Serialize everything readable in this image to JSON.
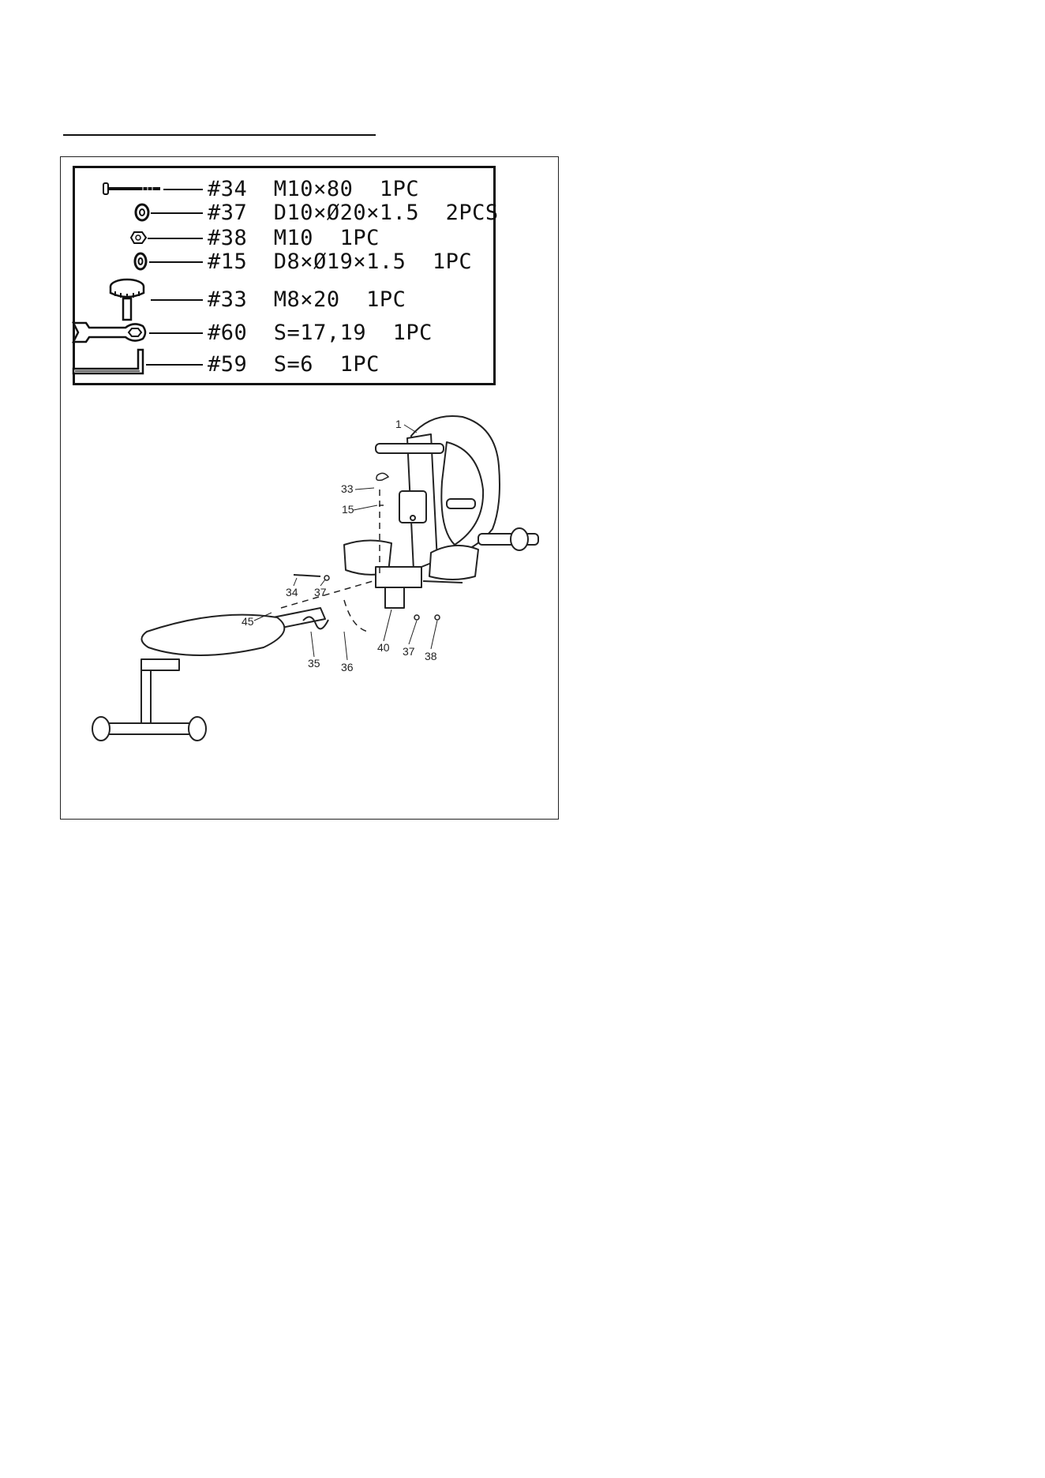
{
  "parts": [
    {
      "id": "#34",
      "spec": "M10×80",
      "qty": "1PC",
      "icon": "bolt-icon"
    },
    {
      "id": "#37",
      "spec": "D10×Ø20×1.5",
      "qty": "2PCS",
      "icon": "washer-icon"
    },
    {
      "id": "#38",
      "spec": "M10",
      "qty": "1PC",
      "icon": "nut-icon"
    },
    {
      "id": "#15",
      "spec": "D8×Ø19×1.5",
      "qty": "1PC",
      "icon": "washer-icon"
    },
    {
      "id": "#33",
      "spec": "M8×20",
      "qty": "1PC",
      "icon": "knob-icon"
    },
    {
      "id": "#60",
      "spec": "S=17,19",
      "qty": "1PC",
      "icon": "wrench-icon"
    },
    {
      "id": "#59",
      "spec": "S=6",
      "qty": "1PC",
      "icon": "allen-key-icon"
    }
  ],
  "callouts": [
    "1",
    "33",
    "15",
    "34",
    "37",
    "45",
    "35",
    "36",
    "40",
    "37",
    "38"
  ]
}
